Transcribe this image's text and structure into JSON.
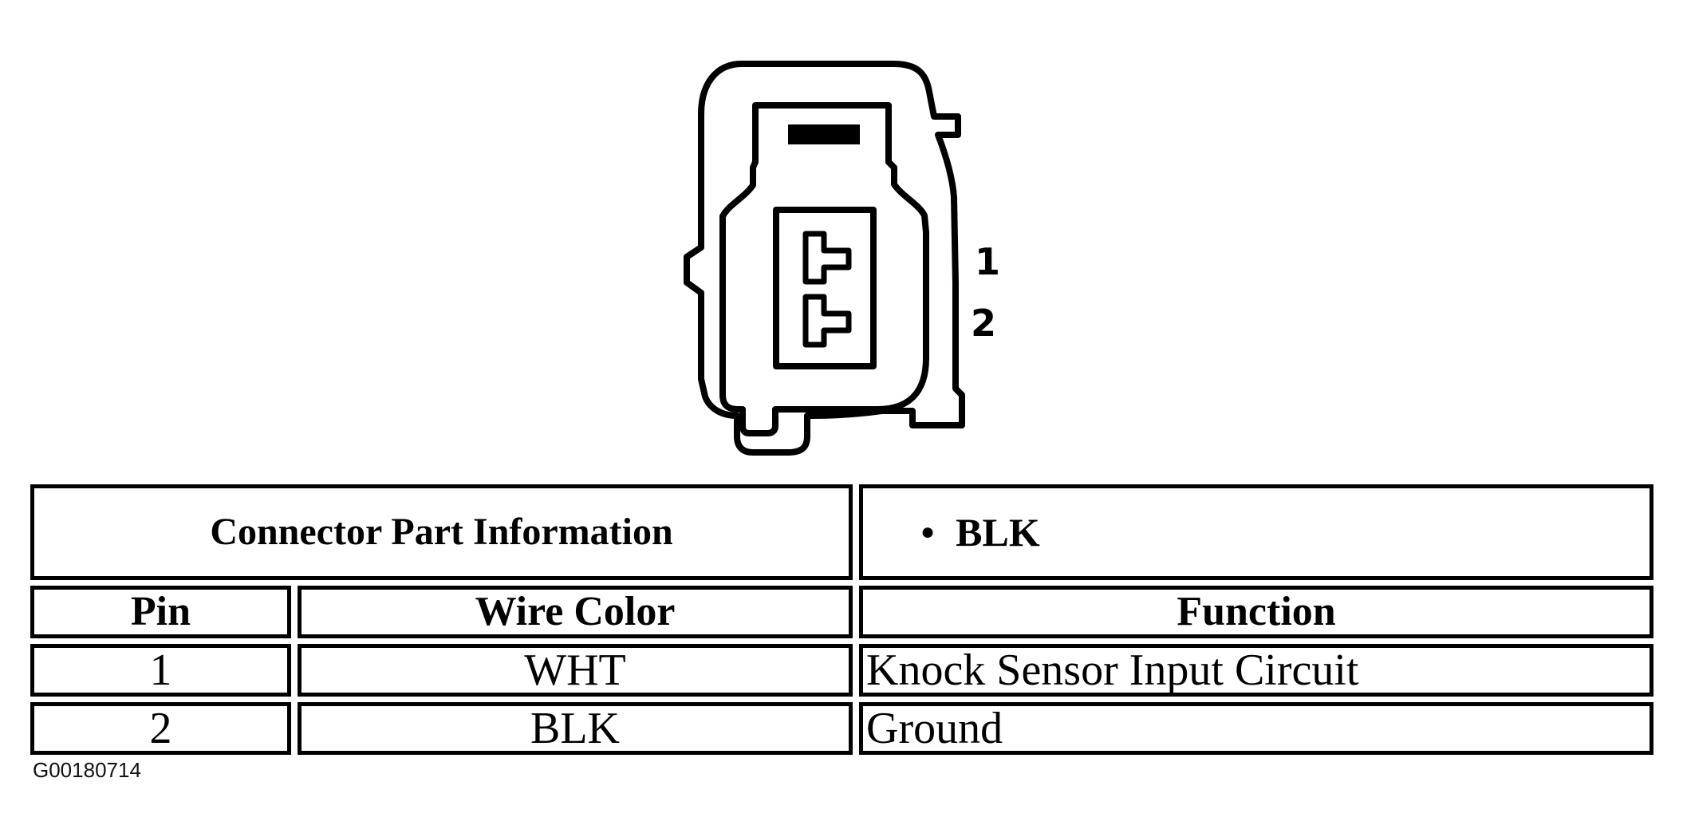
{
  "page": {
    "background": "#ffffff",
    "line_color": "#000000",
    "figure_id": "G00180714"
  },
  "connector_diagram": {
    "pin_labels": [
      "1",
      "2"
    ]
  },
  "table": {
    "part_info_header": "Connector Part Information",
    "connector_color_bullet": "●",
    "connector_color": "BLK",
    "columns": [
      "Pin",
      "Wire Color",
      "Function"
    ],
    "rows": [
      {
        "pin": "1",
        "wire_color": "WHT",
        "function": "Knock Sensor Input Circuit"
      },
      {
        "pin": "2",
        "wire_color": "BLK",
        "function": "Ground"
      }
    ]
  }
}
